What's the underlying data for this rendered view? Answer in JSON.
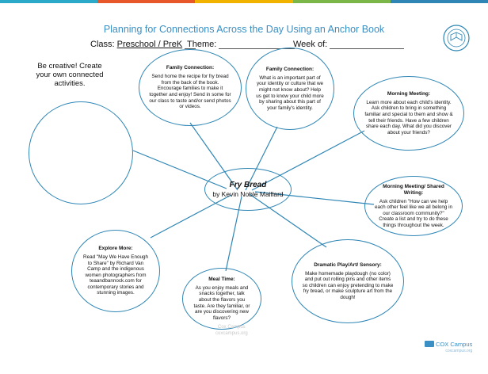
{
  "header": {
    "title": "Planning for Connections Across the Day Using an Anchor Book",
    "class_label": "Class:",
    "class_value": "Preschool / PreK",
    "theme_label": "Theme:",
    "week_label": "Week of:"
  },
  "colors": {
    "bar": [
      "#2aa9c9",
      "#e8572a",
      "#f2b300",
      "#7ab648",
      "#2f86b5"
    ],
    "accent": "#2f86b5",
    "title": "#3a8fc4"
  },
  "creative_note": "Be creative! Create your own connected activities.",
  "center": {
    "title": "Fry Bread",
    "author": "by Kevin Noble Maillard"
  },
  "bubbles": [
    {
      "id": "family-1",
      "heading": "Family Connection:",
      "text": "Send home the recipe for fry bread from the back of the book. Encourage families to make it together and enjoy! Send in some for our class to taste and/or send photos or videos."
    },
    {
      "id": "family-2",
      "heading": "Family Connection:",
      "text": "What is an important part of your identity or culture that we might not know about? Help us get to know your child more by sharing about this part of your family's identity."
    },
    {
      "id": "morning-1",
      "heading": "Morning Meeting:",
      "text": "Learn more about each child's identity. Ask children to bring in something familiar and special to them and show & tell their friends. Have a few children share each day. What did you discover about your friends?"
    },
    {
      "id": "morning-2",
      "heading": "Morning Meeting/ Shared Writing:",
      "text": "Ask children \"How can we help each other feel like we all belong in our classroom community?\" Create a list and try to do these things throughout the week."
    },
    {
      "id": "dramatic",
      "heading": "Dramatic Play/Art/ Sensory:",
      "text": "Make homemade playdough (no color) and put out rolling pins and other items so children can enjoy pretending to make fry bread, or make sculpture art from the dough!"
    },
    {
      "id": "meal",
      "heading": "Meal Time:",
      "text": "As you enjoy meals and snacks together, talk about the flavors you taste. Are they familiar, or are you discovering new flavors?"
    },
    {
      "id": "explore",
      "heading": "Explore More:",
      "text": "Read \"May We Have Enough to Share\" by Richard Van Camp and the indigenous women photographers from teaandbannock.com for contemporary stories and stunning images."
    },
    {
      "id": "empty",
      "heading": "",
      "text": ""
    }
  ],
  "watermark": {
    "line1": "Cox Campus",
    "line2": "coxcampus.org"
  },
  "brand": {
    "name": "COX Campus",
    "url": "coxcampus.org"
  }
}
